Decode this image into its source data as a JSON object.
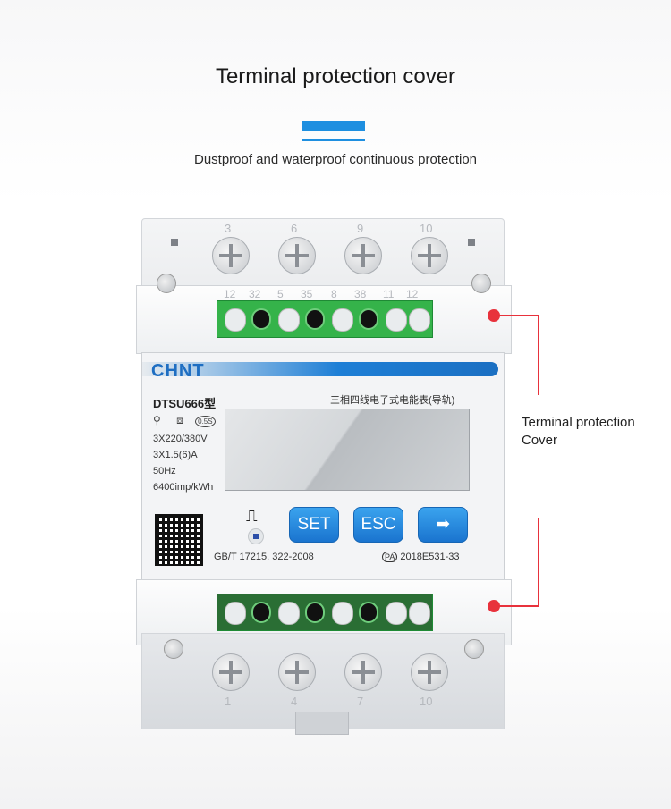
{
  "header": {
    "title": "Terminal protection cover",
    "subtitle": "Dustproof and waterproof continuous protection",
    "accent_color": "#1e8fe0"
  },
  "meter": {
    "brand": "CHNT",
    "model": "DTSU666型",
    "cn_name": "三相四线电子式电能表(导轨)",
    "specs": [
      "3X220/380V",
      "3X1.5(6)A",
      "50Hz",
      "6400imp/kWh"
    ],
    "buttons": {
      "set": "SET",
      "esc": "ESC",
      "next": "➡"
    },
    "standard": "GB/T  17215. 322-2008",
    "pa_mark": "PA",
    "cert": "2018E531-33",
    "class_badge": "0.5S",
    "top_terminals": [
      "3",
      "6",
      "9",
      "10"
    ],
    "top_pins": [
      "12",
      "32",
      "5",
      "35",
      "8",
      "38",
      "11",
      "12"
    ],
    "bottom_terminals": [
      "1",
      "4",
      "7",
      "10"
    ]
  },
  "callout": {
    "line1": "Terminal protection",
    "line2": "Cover",
    "marker_color": "#e8323c"
  }
}
